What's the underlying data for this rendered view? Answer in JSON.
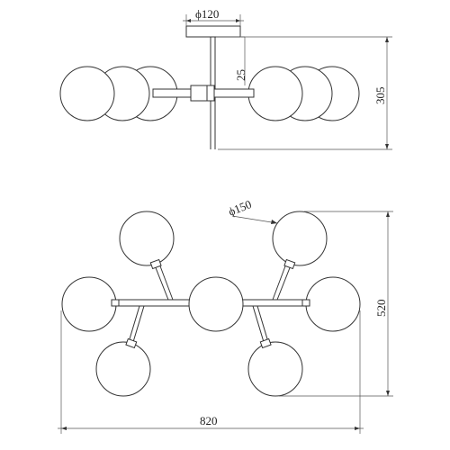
{
  "dimensions": {
    "canopy_diameter": "ϕ120",
    "stem_offset": "25",
    "total_height": "305",
    "globe_diameter": "ϕ150",
    "plan_depth": "520",
    "overall_width": "820"
  }
}
